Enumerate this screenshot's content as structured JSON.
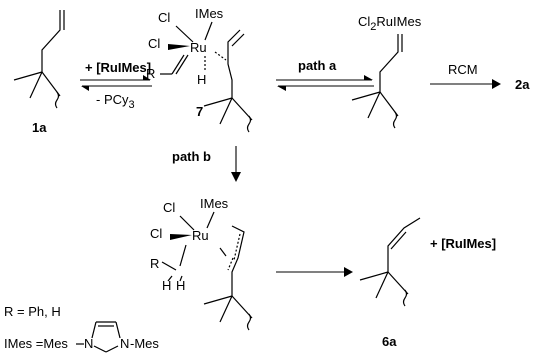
{
  "scheme": {
    "compound_1a": "1a",
    "compound_7": "7",
    "compound_2a": "2a",
    "compound_6a": "6a",
    "reagent_add": "+ [RuIMes]",
    "reagent_loss": "- PCy",
    "reagent_loss_sub": "3",
    "path_a": "path a",
    "path_b": "path b",
    "rcm": "RCM",
    "cl2ru_prefix": "Cl",
    "cl2ru_sub": "2",
    "cl2ru_suffix": "RuIMes",
    "product_ru": "+ [RuIMes]",
    "cl": "Cl",
    "imes": "IMes",
    "ru": "Ru",
    "h": "H",
    "r": "R",
    "legend_r": "R = Ph, H",
    "legend_imes_lhs": "IMes =Mes",
    "legend_n1": "N",
    "legend_n2": "N",
    "legend_mes_rhs": "-Mes"
  }
}
